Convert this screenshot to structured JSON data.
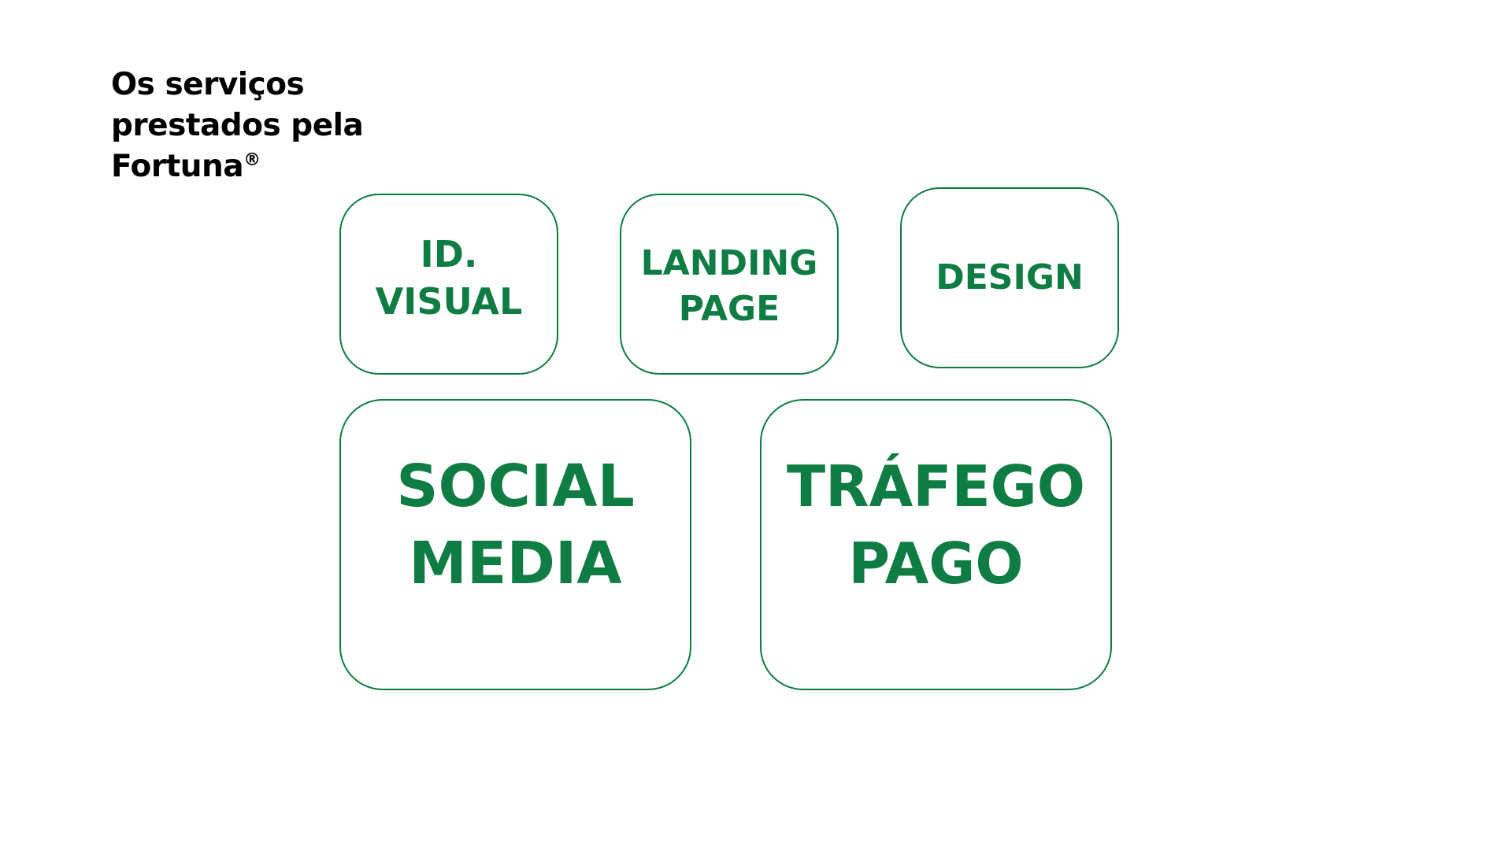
{
  "heading": {
    "line1": "Os serviços",
    "line2": "prestados pela",
    "line3": "Fortuna",
    "mark": "®"
  },
  "services": {
    "id_visual": {
      "line1": "ID.",
      "line2": "VISUAL"
    },
    "landing_page": {
      "line1": "LANDING",
      "line2": "PAGE"
    },
    "design": {
      "line1": "DESIGN"
    },
    "social_media": {
      "line1": "SOCIAL",
      "line2": "MEDIA"
    },
    "trafego_pago": {
      "line1": "TRÁFEGO",
      "line2": "PAGO"
    }
  },
  "colors": {
    "accent": "#0e7c43",
    "heading": "#000000",
    "background": "#ffffff"
  }
}
